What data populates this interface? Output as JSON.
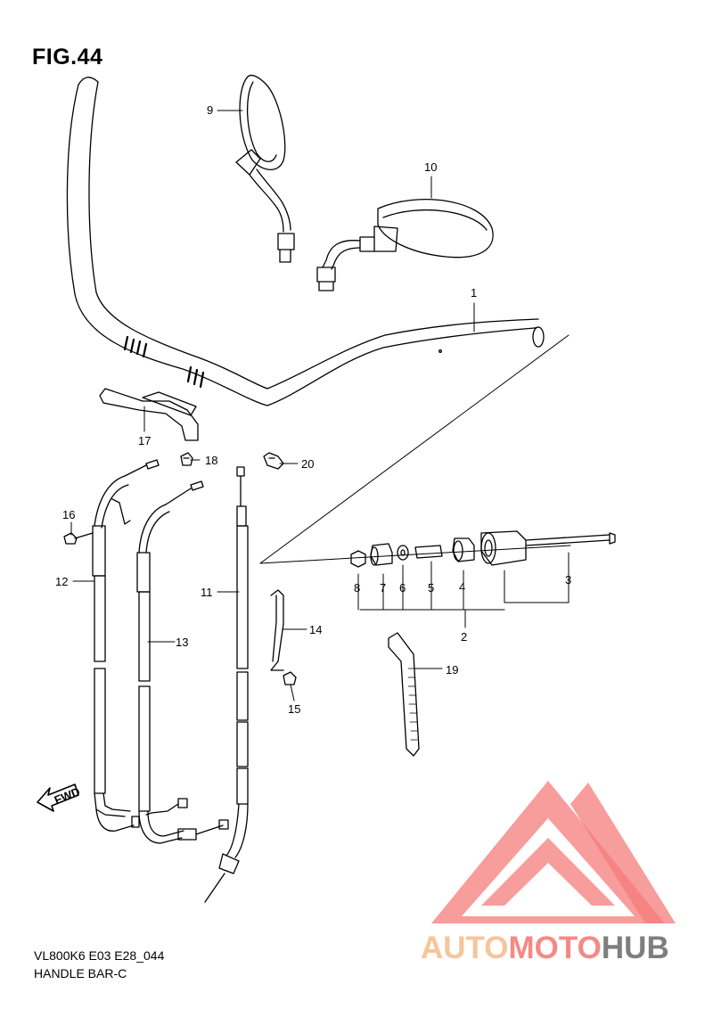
{
  "figure": {
    "title": "FIG.44"
  },
  "footer": {
    "code": "VL800K6 E03 E28_044",
    "name": "HANDLE BAR-C"
  },
  "watermark": {
    "part_a": "AUTO",
    "part_b": "MOTO",
    "part_c": "HUB",
    "colors": {
      "a": "#f6c59a",
      "b": "#f48a86",
      "c": "#7e7e7e",
      "logo": "#f47c7a"
    }
  },
  "callouts": {
    "p1": "1",
    "p2": "2",
    "p3": "3",
    "p4": "4",
    "p5": "5",
    "p6": "6",
    "p7": "7",
    "p8": "8",
    "p9": "9",
    "p10": "10",
    "p11": "11",
    "p12": "12",
    "p13": "13",
    "p14": "14",
    "p15": "15",
    "p16": "16",
    "p17": "17",
    "p18": "18",
    "p19": "19",
    "p20": "20"
  },
  "fwd_badge": "FWD"
}
